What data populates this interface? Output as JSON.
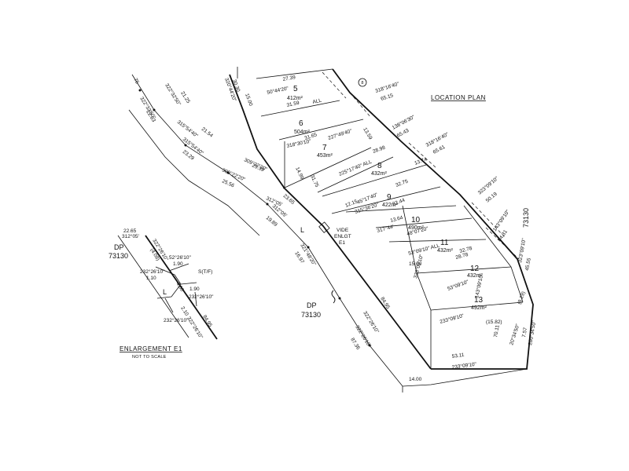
{
  "titles": {
    "location_plan": "LOCATION PLAN",
    "enlargement": "ENLARGEMENT E1",
    "not_to_scale": "NOT TO SCALE"
  },
  "labels": {
    "dp_main": "DP",
    "dp_main_num": "73130",
    "dp_left": "DP",
    "dp_left_num": "73130",
    "plan_73130": "73130",
    "road_l": "L",
    "enl_l": "L",
    "vide_1": "VIDE",
    "vide_2": "ENLGT",
    "vide_3": "E1",
    "stf": "S(T/F)",
    "circle_mark": "8"
  },
  "lots": [
    {
      "num": "5",
      "area": "412m²"
    },
    {
      "num": "6",
      "area": "504m²"
    },
    {
      "num": "7",
      "area": "453m²"
    },
    {
      "num": "8",
      "area": "432m²"
    },
    {
      "num": "9",
      "area": "422m²"
    },
    {
      "num": "10",
      "area": "490m²"
    },
    {
      "num": "11",
      "area": "432m²"
    },
    {
      "num": "12",
      "area": "432m²"
    },
    {
      "num": "13",
      "area": "492m²"
    }
  ],
  "dims": {
    "d01": "75",
    "d02": "322°32'50\"",
    "d03": "21.25",
    "d04": "322°32'50\"",
    "d05": "22.83",
    "d06": "315°54'40\"",
    "d07": "21.54",
    "d08": "315°54'40\"",
    "d09": "23.29",
    "d10": "309°22'20\"",
    "d11": "25.39",
    "d12": "309°22'20\"",
    "d13": "25.56",
    "d14": "312°05'",
    "d15": "23.65",
    "d16": "312°05'",
    "d17": "19.89",
    "d18": "321°48'20\"",
    "d19": "16.97",
    "d20": "322°26'10\"",
    "d21": "84.95",
    "d22": "322°26'10\"",
    "d23": "87.36",
    "d24": "14.00",
    "d25": "233°09'10\"",
    "d26": "53.11",
    "d27": "318°16'40\"",
    "d28": "65.15",
    "d29": "318°16'40\"",
    "d30": "65.61",
    "d31": "323°09'10\"",
    "d32": "50.19",
    "d33": "143°09'10\"",
    "d34": "54.31",
    "d35": "323°09'10\"",
    "d36": "45.55",
    "d37": "(8.29)",
    "d38": "20°34'50\"",
    "d39": "7.57",
    "d40": "200°34'50\"",
    "d41": "70.11",
    "d42": "(15.82)",
    "d43": "138°06'30\"",
    "d44": "65.43",
    "d45": "31.59",
    "d46": "ALL",
    "d47": "27.39",
    "d48": "50°44'20\"",
    "d49": "15.00",
    "d50": "320°44'20\"",
    "d51": "30.30",
    "d52": "227°49'40\"",
    "d53": "31.65",
    "d54": "318°30'10\"",
    "d55": "14.99",
    "d56": "31.75",
    "d57": "225°17'40\" ALL",
    "d58": "28.98",
    "d59": "13.74",
    "d60": "32.75",
    "d61": "45°17'40\"",
    "d62": "32.44",
    "d63": "12.15",
    "d64": "315°36'20\"",
    "d65": "317°44'",
    "d66": "13.64",
    "d67": "48°07'20\"",
    "d68": "53°09'10\" ALL",
    "d69": "32.78",
    "d70": "28.78",
    "d71": "323°09'10\"",
    "d72": "53°09'10\"",
    "d73": "233°09'10\"",
    "d74": "143°09'10\"",
    "d75": "15.00",
    "d76": "13.59",
    "e01": "22.65",
    "e02": "312°05'",
    "e03": "322°26'10\"",
    "e04": "(4.08)",
    "e05": "52°26'10\"",
    "e06": "1.90",
    "e07": "232°26'10\"",
    "e08": "1.10",
    "e09": "4.00",
    "e10": "1.90",
    "e11": "232°26'10\"",
    "e12": "2.10",
    "e13": "232°26'10\"",
    "e14": "322°26'10\"",
    "e15": "84.95"
  }
}
